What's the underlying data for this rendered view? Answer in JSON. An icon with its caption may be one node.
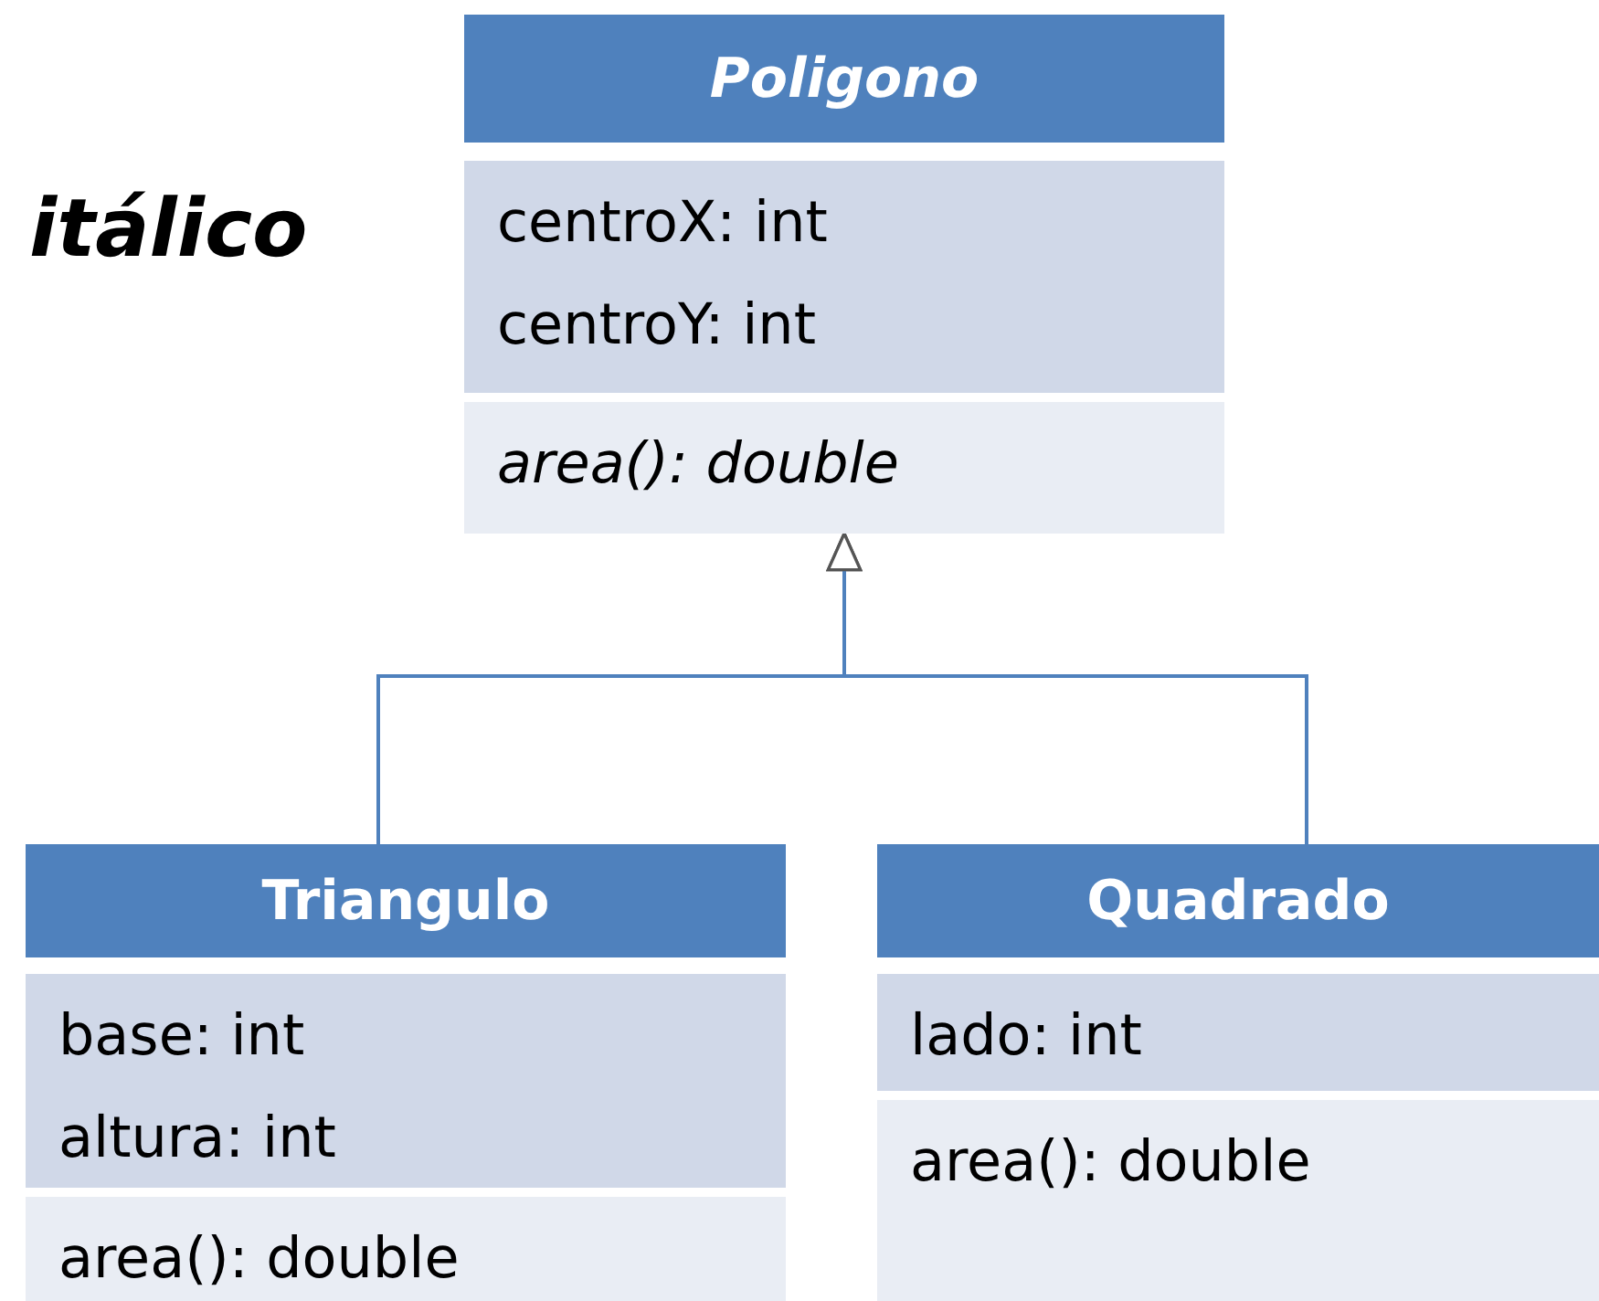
{
  "diagram": {
    "nodes": [
      {
        "text": [
          "Poligono",
          "centroX: int",
          "centroY: int",
          "area(): double"
        ]
      },
      {
        "text": [
          "Triangulo",
          "base: int",
          "altura: int",
          "area(): double"
        ]
      },
      {
        "text": [
          "Quadrado",
          "lado: int",
          "area(): double"
        ]
      }
    ],
    "edges": [
      {
        "from": 1,
        "to": 0,
        "arrow": "to"
      },
      {
        "from": 2,
        "to": 0,
        "arrow": "to"
      }
    ],
    "labels": [
      "itálico"
    ]
  }
}
